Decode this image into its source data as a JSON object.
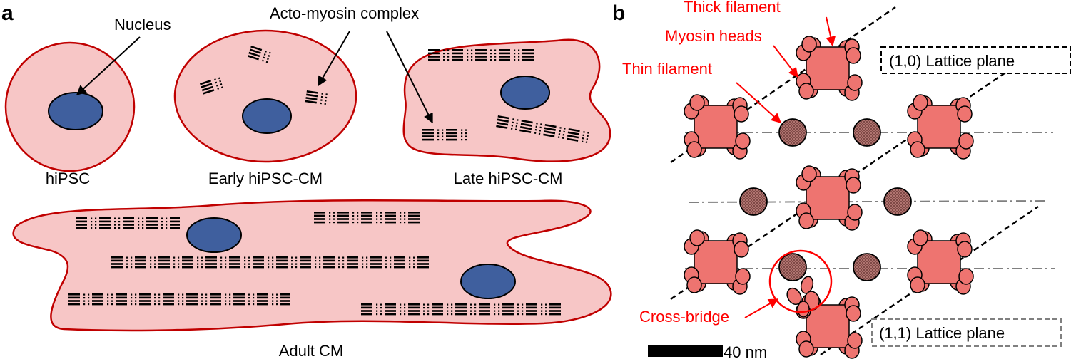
{
  "panel_a": {
    "letter": "a",
    "nucleus_label": "Nucleus",
    "complex_label": "Acto-myosin complex",
    "cells": [
      "hiPSC",
      "Early hiPSC-CM",
      "Late hiPSC-CM",
      "Adult CM"
    ]
  },
  "panel_b": {
    "letter": "b",
    "thick_filament": "Thick filament",
    "myosin_heads": "Myosin heads",
    "thin_filament": "Thin filament",
    "cross_bridge": "Cross-bridge",
    "plane_10": "(1,0) Lattice plane",
    "plane_11": "(1,1) Lattice plane",
    "scale_bar": "40 nm"
  },
  "colors": {
    "cell_fill": "#f7c6c6",
    "cell_stroke": "#c00000",
    "nucleus": "#3f5f9e",
    "thick_filament": "#ee7470",
    "thin_filament": "#a86a66",
    "annotation": "#ff0000"
  }
}
